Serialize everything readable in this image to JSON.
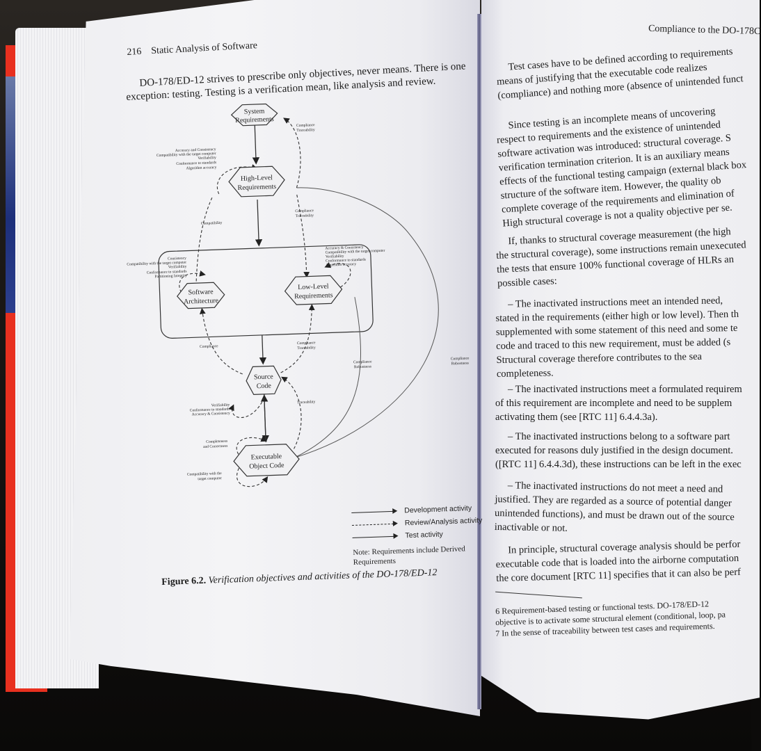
{
  "left_page": {
    "page_number": "216",
    "running_head": "Static Analysis of Software",
    "intro_lines": [
      "DO-178/ED-12 strives to prescribe only objectives, never means. There is one",
      "exception: testing. Testing is a verification mean, like analysis and review."
    ],
    "diagram": {
      "nodes": {
        "system_requirements": [
          "System",
          "Requirements"
        ],
        "high_level_requirements": [
          "High-Level",
          "Requirements"
        ],
        "software_architecture": [
          "Software",
          "Architecture"
        ],
        "low_level_requirements": [
          "Low-Level",
          "Requirements"
        ],
        "source_code": [
          "Source",
          "Code"
        ],
        "executable_object_code": [
          "Executable",
          "Object Code"
        ]
      },
      "annotations": {
        "hlr_self": [
          "Accuracy and Consistency",
          "Compatibility with the target computer",
          "Verifiability",
          "Conformance to standards",
          "Algorithm accuracy"
        ],
        "sysreq_hlr": [
          "Compliance",
          "Traceability"
        ],
        "hlr_arch": [
          "Compatibility"
        ],
        "hlr_llr": [
          "Compliance",
          "Traceability"
        ],
        "arch_self": [
          "Consistency",
          "Compatibility with the target computer",
          "Verifiability",
          "Conformance to standards",
          "Partitioning Integrity"
        ],
        "llr_self": [
          "Accuracy & Consistency",
          "Compatibility with the target computer",
          "Verifiability",
          "Conformance to standards",
          "Algorithm accuracy"
        ],
        "arch_src": [
          "Compliance"
        ],
        "llr_src": [
          "Compliance",
          "Traceability"
        ],
        "src_self": [
          "Verifiability",
          "Conformance to standards",
          "Accuracy & Consistency"
        ],
        "src_eoc": [
          "Traceability"
        ],
        "eoc_llr": [
          "Compliance",
          "Robustness"
        ],
        "eoc_hlr": [
          "Compliance",
          "Robustness"
        ],
        "eoc_top": [
          "Completeness",
          "and Correctness"
        ],
        "eoc_self": [
          "Compatibility with the",
          "target computer"
        ]
      },
      "legend": {
        "development": "Development activity",
        "review": "Review/Analysis activity",
        "test": "Test activity",
        "note_lines": [
          "Note: Requirements include Derived",
          "Requirements"
        ]
      }
    },
    "figure_caption": {
      "label": "Figure 6.2.",
      "text": "Verification objectives and activities of the DO-178/ED-12"
    }
  },
  "right_page": {
    "running_head": "Compliance to the DO-178C",
    "paragraphs": [
      [
        "Test cases have to be defined according to requirements",
        "means of justifying that the executable code realizes",
        "(compliance) and nothing more (absence of unintended funct"
      ],
      [
        "Since testing is an incomplete means of uncovering",
        "respect to requirements and the existence of unintended",
        "software activation was introduced: structural coverage. S",
        "verification termination criterion. It is an auxiliary means",
        "effects of the functional testing campaign (external black box",
        "structure of the software item. However, the quality ob",
        "complete coverage of the requirements and elimination of",
        "High structural coverage is not a quality objective per se."
      ],
      [
        "If, thanks to structural coverage measurement (the high",
        "the structural coverage), some instructions remain unexecuted",
        "the tests that ensure 100% functional coverage of HLRs an",
        "possible cases:"
      ],
      [
        "– The inactivated instructions meet an intended need,",
        "stated in the requirements (either high or low level). Then th",
        "supplemented with some statement of this need and some te",
        "code and traced to this new requirement, must be added (s",
        "Structural coverage therefore contributes to the sea",
        "completeness."
      ],
      [
        "– The inactivated instructions meet a formulated requirem",
        "of this requirement are incomplete and need to be supplem",
        "activating them (see [RTC 11] 6.4.4.3a)."
      ],
      [
        "– The inactivated instructions belong to a software part",
        "executed for reasons duly justified in the design document.",
        "([RTC 11] 6.4.4.3d), these instructions can be left in the exec"
      ],
      [
        "– The inactivated instructions do not meet a need and",
        "justified. They are regarded as a source of potential danger",
        "unintended functions), and must be drawn out of the source",
        "inactivable or not."
      ],
      [
        "In principle, structural coverage analysis should be perfor",
        "executable code that is loaded into the airborne computation",
        "the core document [RTC 11] specifies that it can also be perf"
      ]
    ],
    "footnotes": [
      "6 Requirement-based testing or functional tests. DO-178/ED-12",
      "objective is to activate some structural element (conditional, loop, pa",
      "7 In the sense of traceability between test cases and requirements."
    ]
  }
}
